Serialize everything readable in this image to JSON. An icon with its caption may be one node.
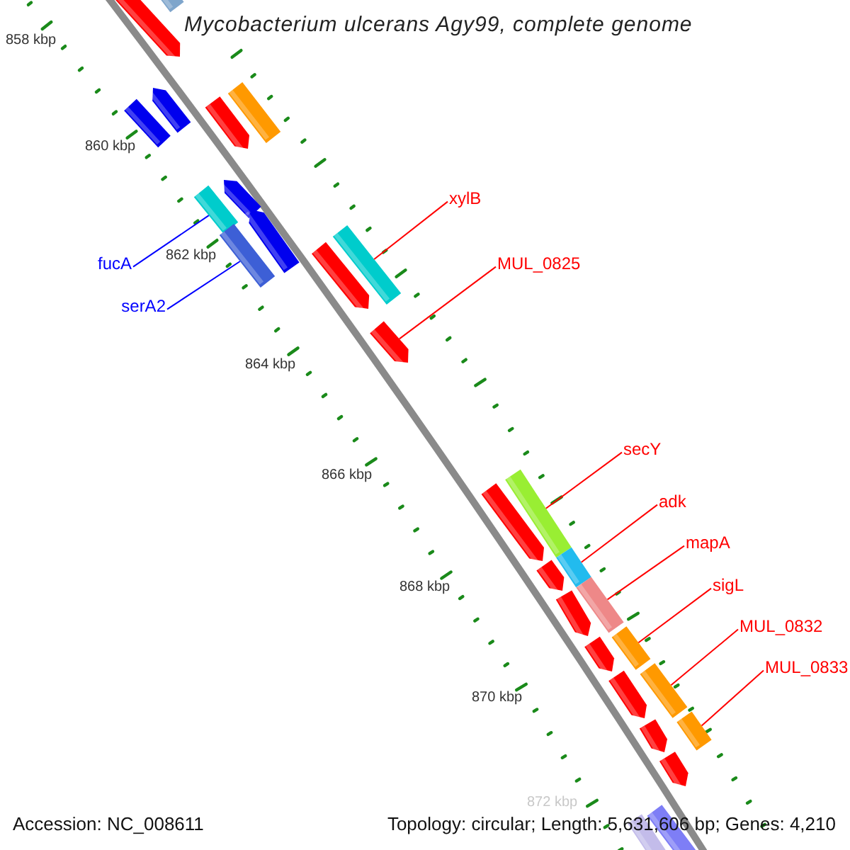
{
  "diagram": {
    "title": "Mycobacterium ulcerans Agy99, complete genome",
    "nodes": [
      {
        "text": [
          "xylB"
        ]
      },
      {
        "text": [
          "fucA"
        ]
      },
      {
        "text": [
          "MUL_0825"
        ]
      },
      {
        "text": [
          "serA2"
        ]
      },
      {
        "text": [
          "secY"
        ]
      },
      {
        "text": [
          "adk"
        ]
      },
      {
        "text": [
          "mapA"
        ]
      },
      {
        "text": [
          "sigL"
        ]
      },
      {
        "text": [
          "MUL_0832"
        ]
      },
      {
        "text": [
          "MUL_0833"
        ]
      },
      {
        "text": [],
        "shape": "bar"
      },
      {
        "text": [],
        "shape": "arrow"
      },
      {
        "text": [],
        "shape": "arrow"
      },
      {
        "text": [],
        "shape": "bar"
      },
      {
        "text": [],
        "shape": "bar"
      },
      {
        "text": [],
        "shape": "arrow"
      },
      {
        "text": [],
        "shape": "arrow"
      },
      {
        "text": [],
        "shape": "bar"
      },
      {
        "text": [],
        "shape": "arrow"
      },
      {
        "text": [],
        "shape": "bar"
      },
      {
        "text": [],
        "shape": "bar"
      },
      {
        "text": [],
        "shape": "arrow"
      },
      {
        "text": [],
        "shape": "arrow"
      },
      {
        "text": [],
        "shape": "bar"
      },
      {
        "text": [],
        "shape": "arrow"
      },
      {
        "text": [],
        "shape": "bar"
      },
      {
        "text": [],
        "shape": "arrow"
      },
      {
        "text": [],
        "shape": "bar"
      },
      {
        "text": [],
        "shape": "arrow"
      },
      {
        "text": [],
        "shape": "bar"
      },
      {
        "text": [],
        "shape": "arrow"
      },
      {
        "text": [],
        "shape": "bar"
      },
      {
        "text": [],
        "shape": "arrow"
      },
      {
        "text": [],
        "shape": "bar"
      },
      {
        "text": [],
        "shape": "arrow"
      },
      {
        "text": [],
        "shape": "arrow"
      },
      {
        "text": [],
        "shape": "bar"
      },
      {
        "text": [],
        "shape": "bar"
      }
    ],
    "edges": [
      {
        "from": 0,
        "to": 20,
        "arrow": "none"
      },
      {
        "from": 1,
        "to": 17,
        "arrow": "none",
        "color": "#0000ff"
      },
      {
        "from": 2,
        "to": 22,
        "arrow": "none"
      },
      {
        "from": 3,
        "to": 19,
        "arrow": "none",
        "color": "#0000ff"
      },
      {
        "from": 4,
        "to": 23,
        "arrow": "none"
      },
      {
        "from": 5,
        "to": 25,
        "arrow": "none"
      },
      {
        "from": 6,
        "to": 27,
        "arrow": "none"
      },
      {
        "from": 7,
        "to": 29,
        "arrow": "none"
      },
      {
        "from": 8,
        "to": 31,
        "arrow": "none"
      },
      {
        "from": 9,
        "to": 33,
        "arrow": "none"
      }
    ],
    "labels": [
      "858 kbp",
      "860 kbp",
      "862 kbp",
      "864 kbp",
      "866 kbp",
      "868 kbp",
      "870 kbp",
      "872 kbp",
      "Accession: NC_008611",
      "Topology: circular; Length: 5,631,606 bp; Genes: 4,210"
    ]
  }
}
